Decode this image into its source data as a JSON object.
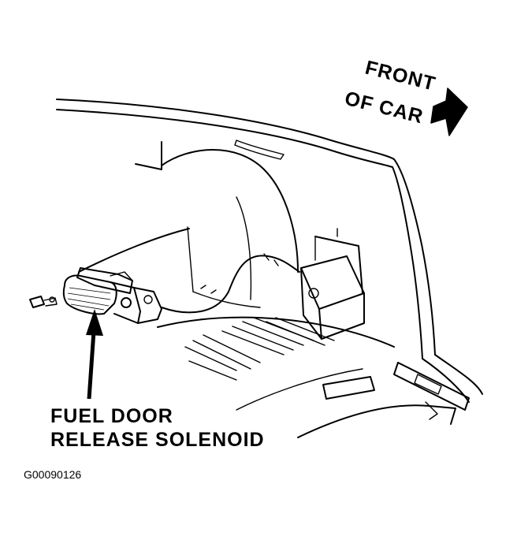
{
  "labels": {
    "front_line1": "FRONT",
    "front_line2": "OF CAR",
    "solenoid_line1": "FUEL DOOR",
    "solenoid_line2": "RELEASE SOLENOID",
    "figure_id": "G00090126"
  },
  "icons": [
    "front-direction-arrow-icon",
    "solenoid-pointer-arrow-icon"
  ],
  "colors": {
    "ink": "#000000",
    "paper": "#ffffff"
  }
}
